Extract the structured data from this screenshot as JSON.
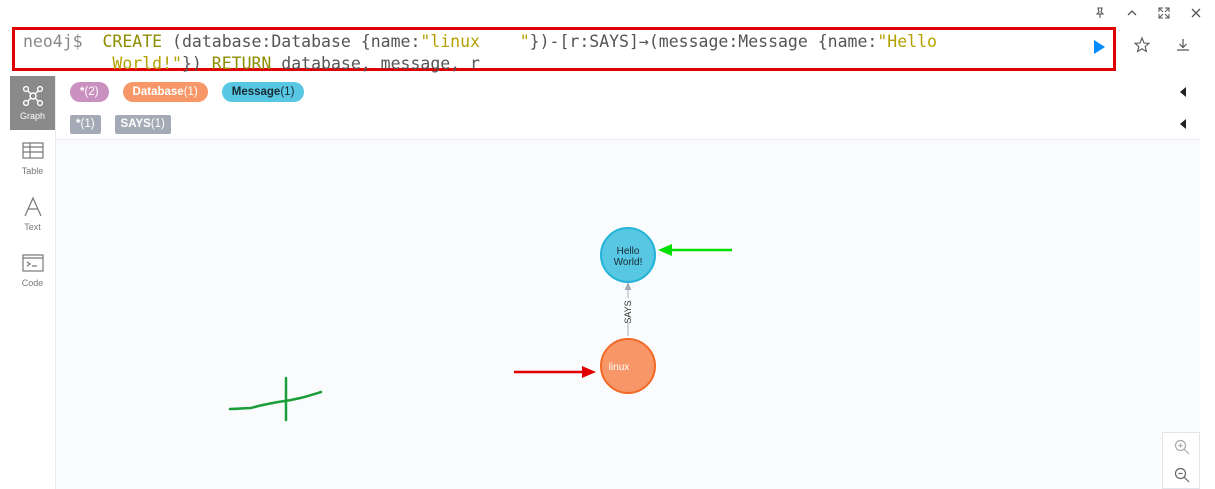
{
  "query": {
    "prompt": "neo4j$",
    "line1": [
      {
        "t": "CREATE",
        "c": "kw"
      },
      {
        "t": " (database:Database {name:",
        "c": ""
      },
      {
        "t": "\"linux    \"",
        "c": "str"
      },
      {
        "t": "})-[r:SAYS]→(message:Message {name:",
        "c": ""
      },
      {
        "t": "\"Hello",
        "c": "str"
      }
    ],
    "line2": [
      {
        "t": "World!\"",
        "c": "str"
      },
      {
        "t": "}) ",
        "c": ""
      },
      {
        "t": "RETURN",
        "c": "kw"
      },
      {
        "t": " database, message, r",
        "c": ""
      }
    ]
  },
  "sidebar": {
    "items": [
      {
        "label": "Graph",
        "icon": "graph-icon",
        "active": true
      },
      {
        "label": "Table",
        "icon": "table-icon",
        "active": false
      },
      {
        "label": "Text",
        "icon": "text-icon",
        "active": false
      },
      {
        "label": "Code",
        "icon": "code-icon",
        "active": false
      }
    ]
  },
  "legend": {
    "nodes": [
      {
        "name": "*",
        "count": "(2)"
      },
      {
        "name": "Database",
        "count": "(1)"
      },
      {
        "name": "Message",
        "count": "(1)"
      }
    ],
    "relationships": [
      {
        "name": "*",
        "count": "(1)"
      },
      {
        "name": "SAYS",
        "count": "(1)"
      }
    ]
  },
  "graph": {
    "nodes": [
      {
        "id": "message",
        "caption_line1": "Hello",
        "caption_line2": "World!",
        "color": "#57c7e3",
        "border": "#23b3d7"
      },
      {
        "id": "database",
        "caption": "linux",
        "color": "#f79767",
        "border": "#f36924"
      }
    ],
    "relationship": {
      "type": "SAYS"
    },
    "annotations": {
      "green_arrow": "#00e000",
      "red_arrow": "#e00000",
      "pen_mark": "#1a9e3c"
    }
  }
}
